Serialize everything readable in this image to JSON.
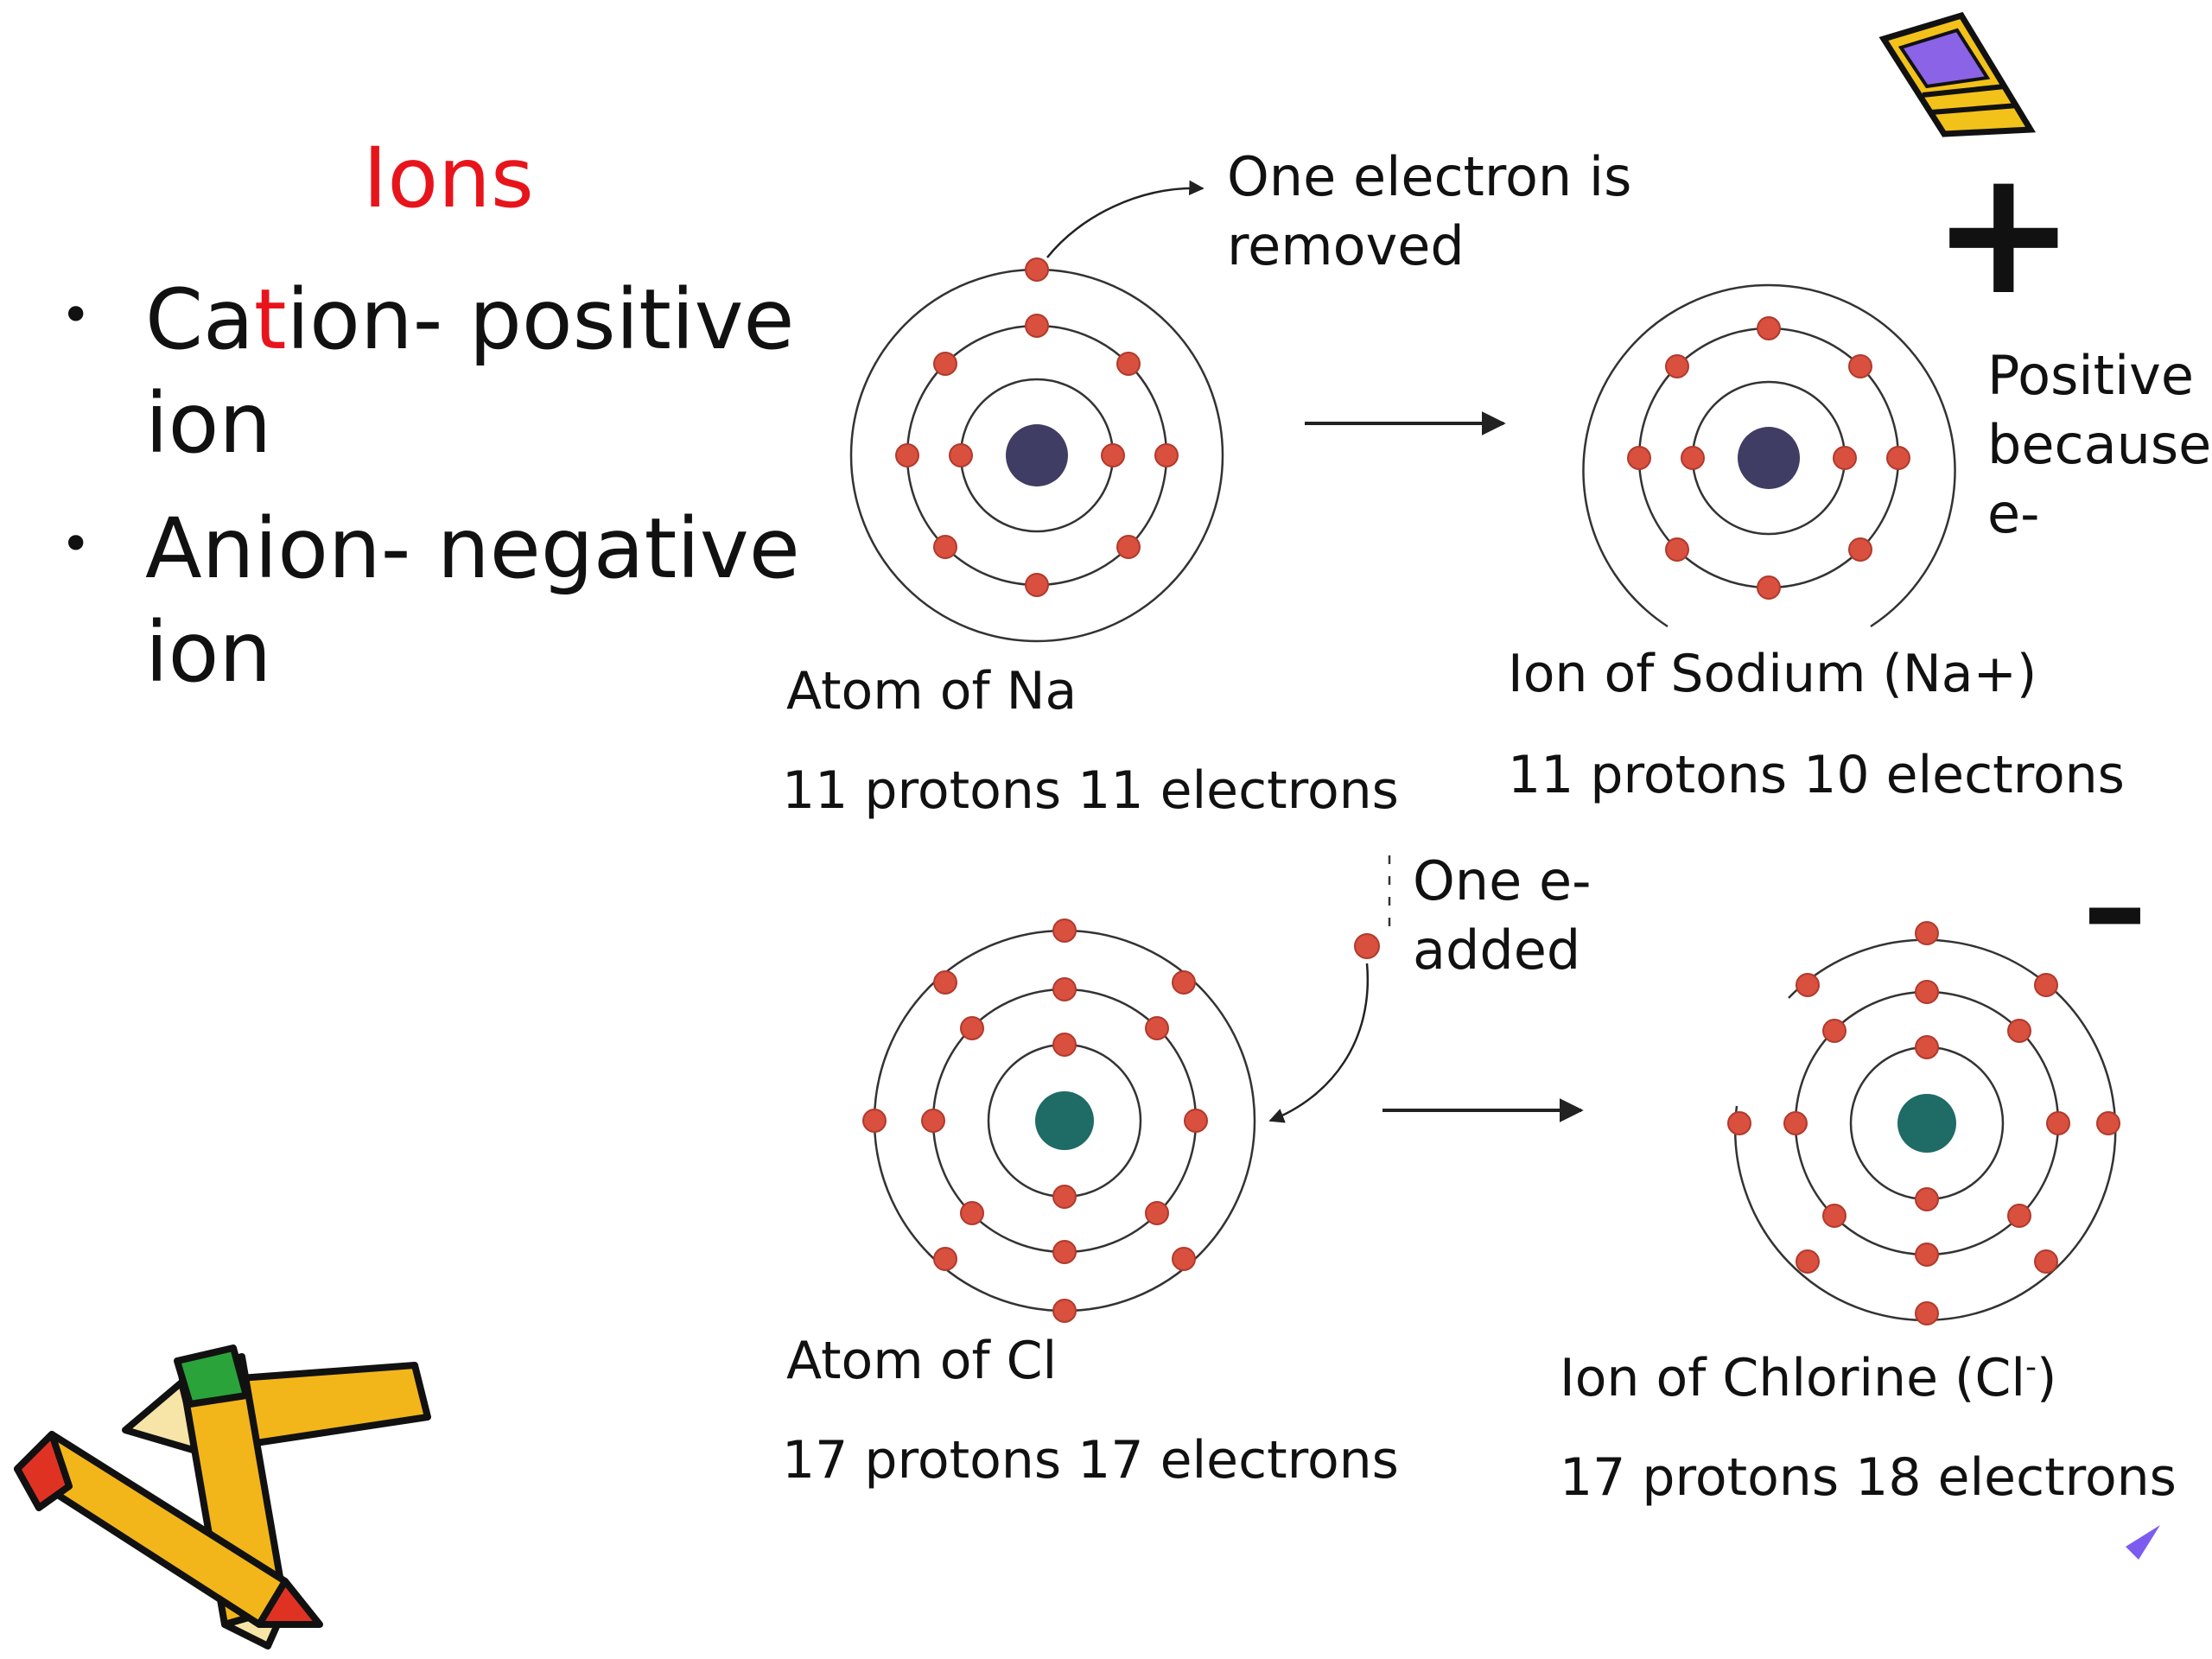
{
  "slide": {
    "title": "Ions",
    "bullets": [
      {
        "pre": "Ca",
        "highlight": "t",
        "post": "ion- positive",
        "line2": "ion"
      },
      {
        "pre": "Anion- negative",
        "highlight": "",
        "post": "",
        "line2": "ion"
      }
    ]
  },
  "diagram": {
    "sodium": {
      "remove_note_line1": "One electron is",
      "remove_note_line2": "removed",
      "atom_label": "Atom of Na",
      "atom_counts": "11 protons 11 electrons",
      "ion_label": "Ion of Sodium (Na+)",
      "ion_counts": "11 protons 10 electrons",
      "sign": "+",
      "explain_line1": "Positive",
      "explain_line2": "because",
      "explain_line3": "e-"
    },
    "chlorine": {
      "add_note_line1": "One e-",
      "add_note_line2": "added",
      "atom_label": "Atom of Cl",
      "atom_counts": "17 protons 17 electrons",
      "ion_label_prefix": "Ion of Chlorine (Cl",
      "ion_label_sup": "-",
      "ion_label_suffix": ")",
      "ion_counts": "17 protons 18 electrons",
      "sign": "–"
    },
    "colors": {
      "electron": "#d9503f",
      "na_nucleus": "#3f3d63",
      "cl_nucleus": "#1f6b66",
      "orbit": "#333333",
      "accent_red": "#e8141b"
    }
  }
}
